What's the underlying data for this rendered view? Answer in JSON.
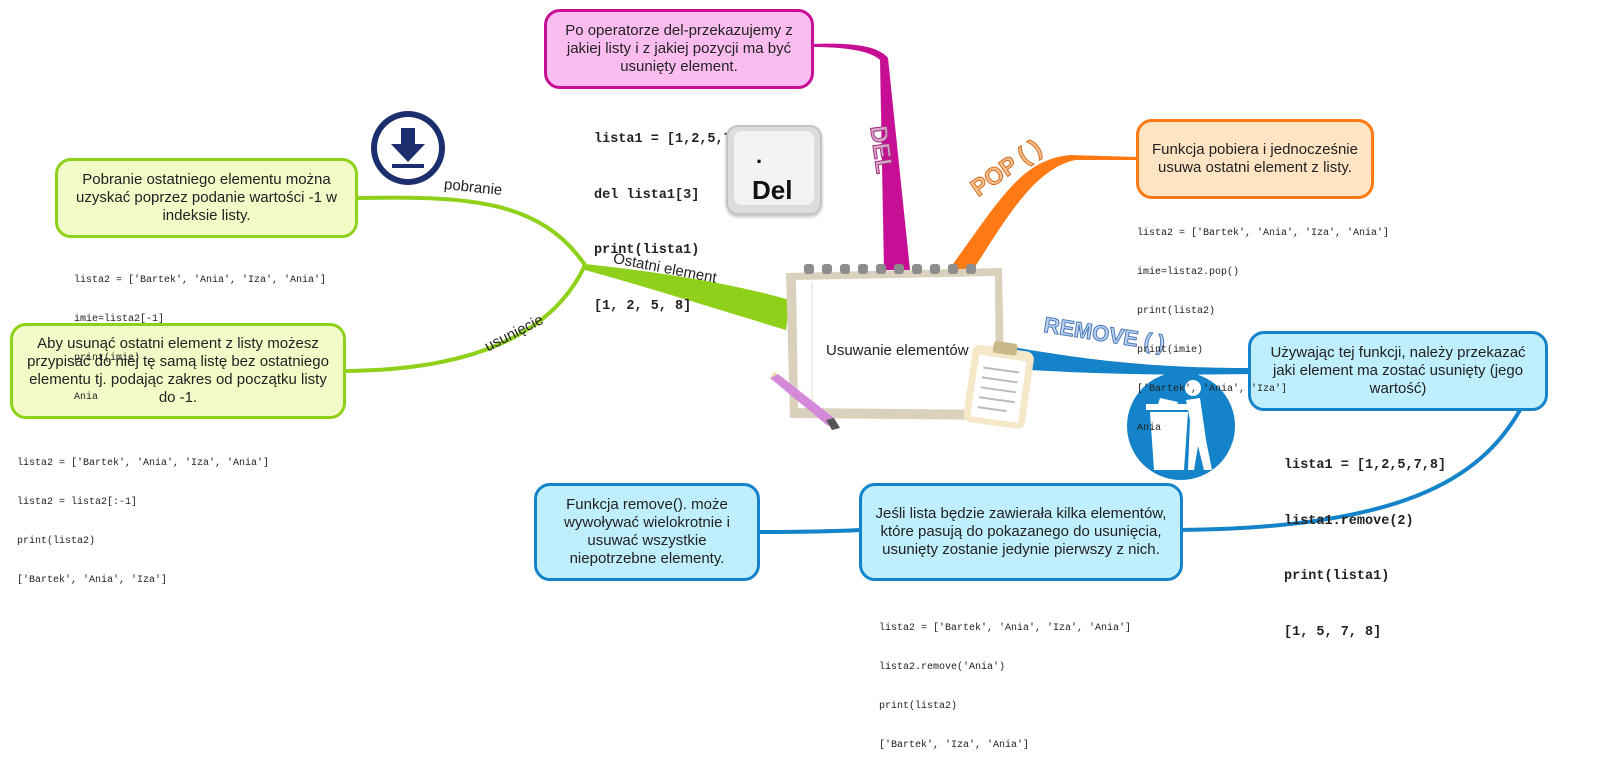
{
  "center": {
    "label": "Usuwanie elementów"
  },
  "branches": {
    "last_element": "Ostatni element",
    "pobranie": "pobranie",
    "usuniecie": "usunięcie",
    "del": "DEL",
    "pop": "POP ( )",
    "remove": "REMOVE ( )"
  },
  "boxes": {
    "pobranie": "Pobranie ostatniego elementu można uzyskać poprzez podanie wartości -1 w indeksie listy.",
    "usuniecie": "Aby usunąć ostatni element z listy możesz przypisać do niej tę samą listę bez ostatniego elementu tj. podając zakres od początku listy do -1.",
    "del": "Po operatorze del-przekazujemy z jakiej listy i z jakiej pozycji ma być usunięty element.",
    "pop": "Funkcja pobiera i jednocześnie usuwa ostatni element z listy.",
    "remove": "Używając tej funkcji, należy przekazać jaki element ma zostać usunięty (jego wartość)",
    "remove_first": "Jeśli lista będzie zawierała kilka elementów, które pasują do pokazanego do usunięcia, usunięty zostanie jedynie pierwszy z nich.",
    "remove_multi": "Funkcja remove(). może wywoływać wielokrotnie i usuwać wszystkie niepotrzebne elementy."
  },
  "code": {
    "pobranie": [
      "lista2 = ['Bartek', 'Ania', 'Iza', 'Ania']",
      "imie=lista2[-1]",
      "print(imie)",
      "Ania"
    ],
    "usuniecie": [
      "lista2 = ['Bartek', 'Ania', 'Iza', 'Ania']",
      "lista2 = lista2[:-1]",
      "print(lista2)",
      "['Bartek', 'Ania', 'Iza']"
    ],
    "del": [
      "lista1 = [1,2,5,7,8]",
      "del lista1[3]",
      "print(lista1)",
      "[1, 2, 5, 8]"
    ],
    "pop": [
      "lista2 = ['Bartek', 'Ania', 'Iza', 'Ania']",
      "imie=lista2.pop()",
      "print(lista2)",
      "print(imie)",
      "['Bartek', 'Ania', 'Iza']",
      "Ania"
    ],
    "remove": [
      "lista1 = [1,2,5,7,8]",
      "lista1.remove(2)",
      "print(lista1)",
      "[1, 5, 7, 8]"
    ],
    "remove_first": [
      "lista2 = ['Bartek', 'Ania', 'Iza', 'Ania']",
      "lista2.remove('Ania')",
      "print(lista2)",
      "['Bartek', 'Iza', 'Ania']"
    ]
  },
  "del_key": {
    "dot": ".",
    "label": "Del"
  },
  "icons": [
    "download-icon",
    "del-key-icon",
    "trash-icon",
    "notepad-icon",
    "pencil-icon",
    "clipboard-icon"
  ],
  "colors": {
    "green": "#8fd11a",
    "pink": "#c70f95",
    "orange": "#ff7a14",
    "blue": "#1583c9"
  }
}
